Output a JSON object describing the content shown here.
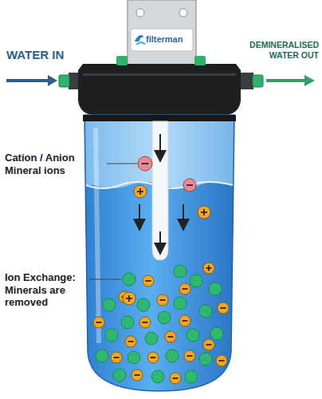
{
  "diagram": {
    "labels": [
      "WATER IN",
      "DEMINERALISED WATER OUT",
      "Cation / Anion Mineral ions",
      "Ion Exchange: Minerals are removed",
      "filterman"
    ]
  }
}
